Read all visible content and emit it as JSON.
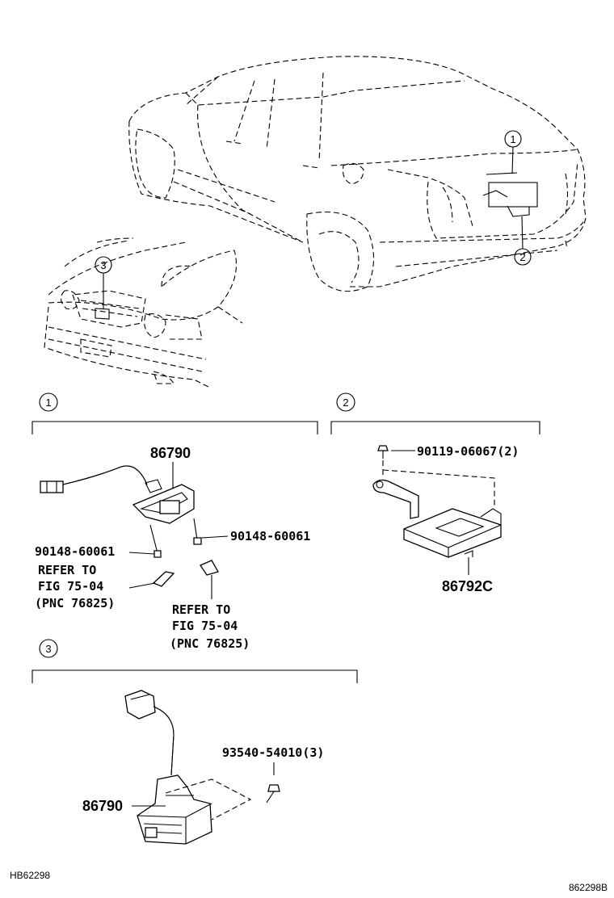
{
  "callouts": {
    "one": "1",
    "two": "2",
    "three": "3"
  },
  "sections": {
    "s1": "1",
    "s2": "2",
    "s3": "3"
  },
  "parts": {
    "p86790_top": "86790",
    "p90148_left": "90148-60061",
    "p90148_right": "90148-60061",
    "p90119": "90119-06067(2)",
    "p86792c": "86792C",
    "p93540": "93540-54010(3)",
    "p86790_bottom": "86790"
  },
  "refer_left": {
    "line1": "REFER TO",
    "line2": "FIG 75-04",
    "line3": "(PNC 76825)"
  },
  "refer_right": {
    "line1": "REFER TO",
    "line2": "FIG 75-04",
    "line3": "(PNC 76825)"
  },
  "codes": {
    "bottom_left": "HB62298",
    "bottom_right": "862298B"
  }
}
